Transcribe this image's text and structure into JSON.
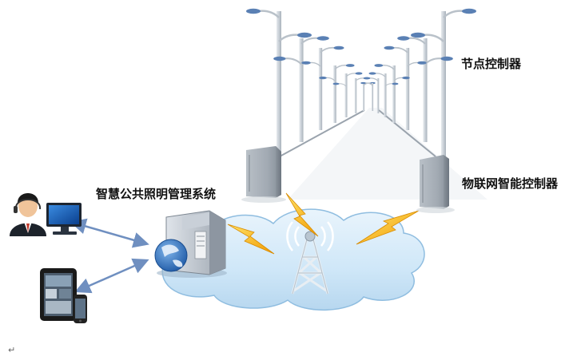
{
  "labels": {
    "node_controller": "节点控制器",
    "iot_controller": "物联网智能控制器",
    "lighting_system": "智慧公共照明管理系统"
  },
  "footer": {
    "paragraph_mark": "↵"
  },
  "colors": {
    "cloud_fill": "#cfe7f8",
    "cloud_edge": "#8fbde0",
    "arrow": "#6f8fc0",
    "lightning": "#f5b400",
    "cabinet": "#9aa3ad",
    "pole": "#c4cbd2",
    "lamp_head": "#5a80b4"
  },
  "icons": [
    "user-at-computer-icon",
    "tablet-icon",
    "smartphone-icon",
    "server-icon",
    "globe-icon",
    "radio-tower-icon",
    "lightning-icon",
    "street-lamp-icon",
    "control-cabinet-icon"
  ]
}
